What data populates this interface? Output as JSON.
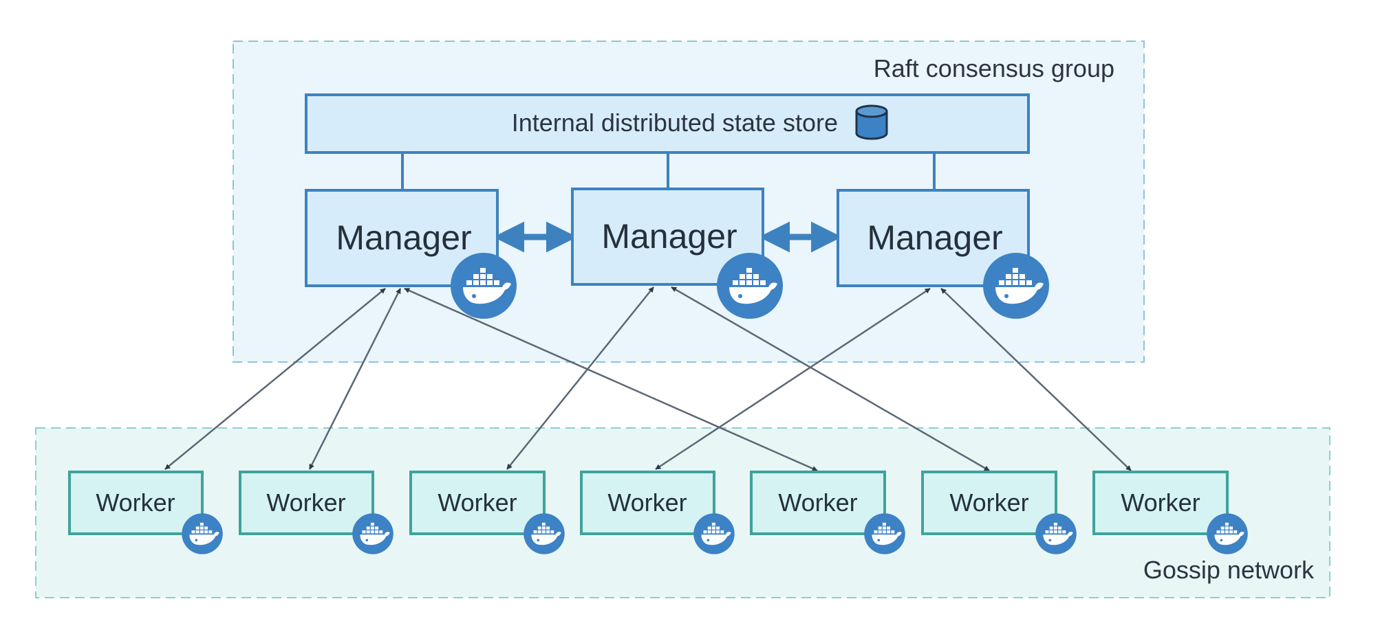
{
  "diagram": {
    "raft_group_label": "Raft consensus group",
    "state_store_label": "Internal distributed state store",
    "gossip_label": "Gossip network",
    "managers": [
      {
        "label": "Manager"
      },
      {
        "label": "Manager"
      },
      {
        "label": "Manager"
      }
    ],
    "workers": [
      {
        "label": "Worker"
      },
      {
        "label": "Worker"
      },
      {
        "label": "Worker"
      },
      {
        "label": "Worker"
      },
      {
        "label": "Worker"
      },
      {
        "label": "Worker"
      },
      {
        "label": "Worker"
      }
    ],
    "icons": {
      "node_badge": "docker-whale-icon",
      "store": "database-icon"
    },
    "colors": {
      "raft_region_fill": "#eaf5fc",
      "raft_region_border": "#8cc3de",
      "manager_fill": "#d7ecfa",
      "manager_border": "#3d82bf",
      "worker_fill": "#d5f3f2",
      "worker_border": "#3fa39b",
      "gossip_region_fill": "#e8f7f6",
      "gossip_region_border": "#8ccfcb",
      "docker_badge": "#3d82c4",
      "connector": "#5b6774"
    }
  }
}
